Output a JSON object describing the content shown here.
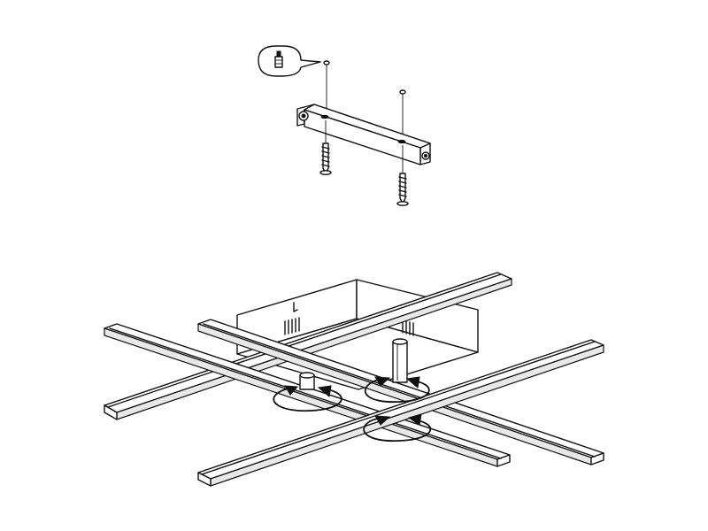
{
  "diagram": {
    "steps": [
      {
        "id": "mounting-bracket-step",
        "parts": [
          "mounting-bracket",
          "wall-screw",
          "wall-plug",
          "detail-callout"
        ]
      },
      {
        "id": "fixture-rotation-step",
        "parts": [
          "ceiling-canopy",
          "led-bar",
          "mounting-post",
          "rotation-arrow"
        ]
      }
    ],
    "counts": {
      "led_bars": 4,
      "rotation_arrows": 3,
      "screws": 2
    }
  }
}
